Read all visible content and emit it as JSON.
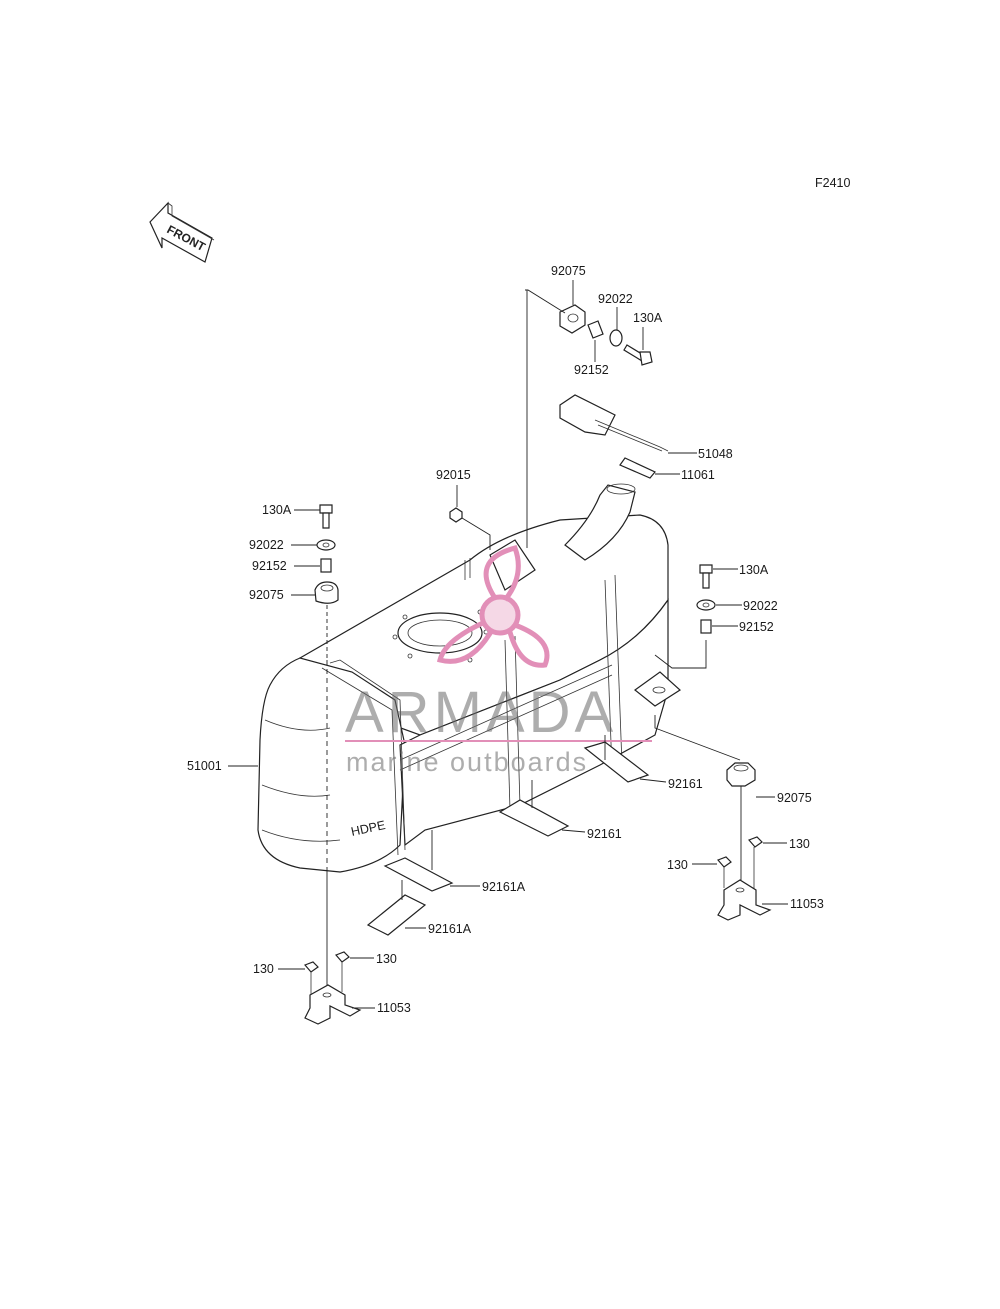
{
  "diagram": {
    "figure_code": "F2410",
    "front_label": "FRONT",
    "hdpe_mark": "HDPE",
    "watermark": {
      "title": "ARMADA",
      "subtitle": "marine outboards",
      "accent": "#e28fb8",
      "gray": "#6a6a6a"
    },
    "callouts": {
      "p92075_top": "92075",
      "p92022_top": "92022",
      "p130A_top": "130A",
      "p92152_top": "92152",
      "p51048": "51048",
      "p11061": "11061",
      "p92015": "92015",
      "p130A_left": "130A",
      "p92022_left": "92022",
      "p92152_left": "92152",
      "p92075_left": "92075",
      "p130A_right": "130A",
      "p92022_right": "92022",
      "p92152_right": "92152",
      "p51001": "51001",
      "p92161_a": "92161",
      "p92161_b": "92161",
      "p92161A_a": "92161A",
      "p92161A_b": "92161A",
      "p92075_right": "92075",
      "p130_r1": "130",
      "p130_r2": "130",
      "p11053_right": "11053",
      "p130_l1": "130",
      "p130_l2": "130",
      "p11053_left": "11053"
    }
  }
}
